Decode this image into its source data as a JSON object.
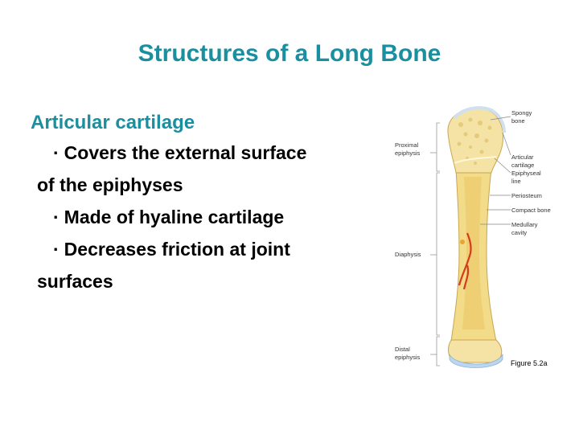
{
  "slide": {
    "title": "Structures of a Long Bone",
    "heading": "Articular cartilage",
    "bullets": [
      {
        "line1": "Covers the external surface",
        "line2": "of the epiphyses"
      },
      {
        "line1": "Made of hyaline cartilage",
        "line2": ""
      },
      {
        "line1": "Decreases friction at joint",
        "line2": "surfaces"
      }
    ],
    "bullet_glyph": "·"
  },
  "figure": {
    "left_labels": {
      "proximal_1": "Proximal",
      "proximal_2": "epiphysis",
      "diaphysis": "Diaphysis",
      "distal_1": "Distal",
      "distal_2": "epiphysis"
    },
    "right_labels": {
      "spongy_1": "Spongy",
      "spongy_2": "bone",
      "articular_1": "Articular",
      "articular_2": "cartilage",
      "epiphyseal_1": "Epiphyseal",
      "epiphyseal_2": "line",
      "periosteum": "Periosteum",
      "compact": "Compact bone",
      "medullary_1": "Medullary",
      "medullary_2": "cavity"
    },
    "caption": "Figure 5.2a",
    "colors": {
      "bone": "#f2dc8a",
      "bone_shadow": "#d9b75a",
      "cartilage": "#bcd6ee",
      "vessel": "#d63a1e",
      "title": "#1a8fa0"
    }
  }
}
